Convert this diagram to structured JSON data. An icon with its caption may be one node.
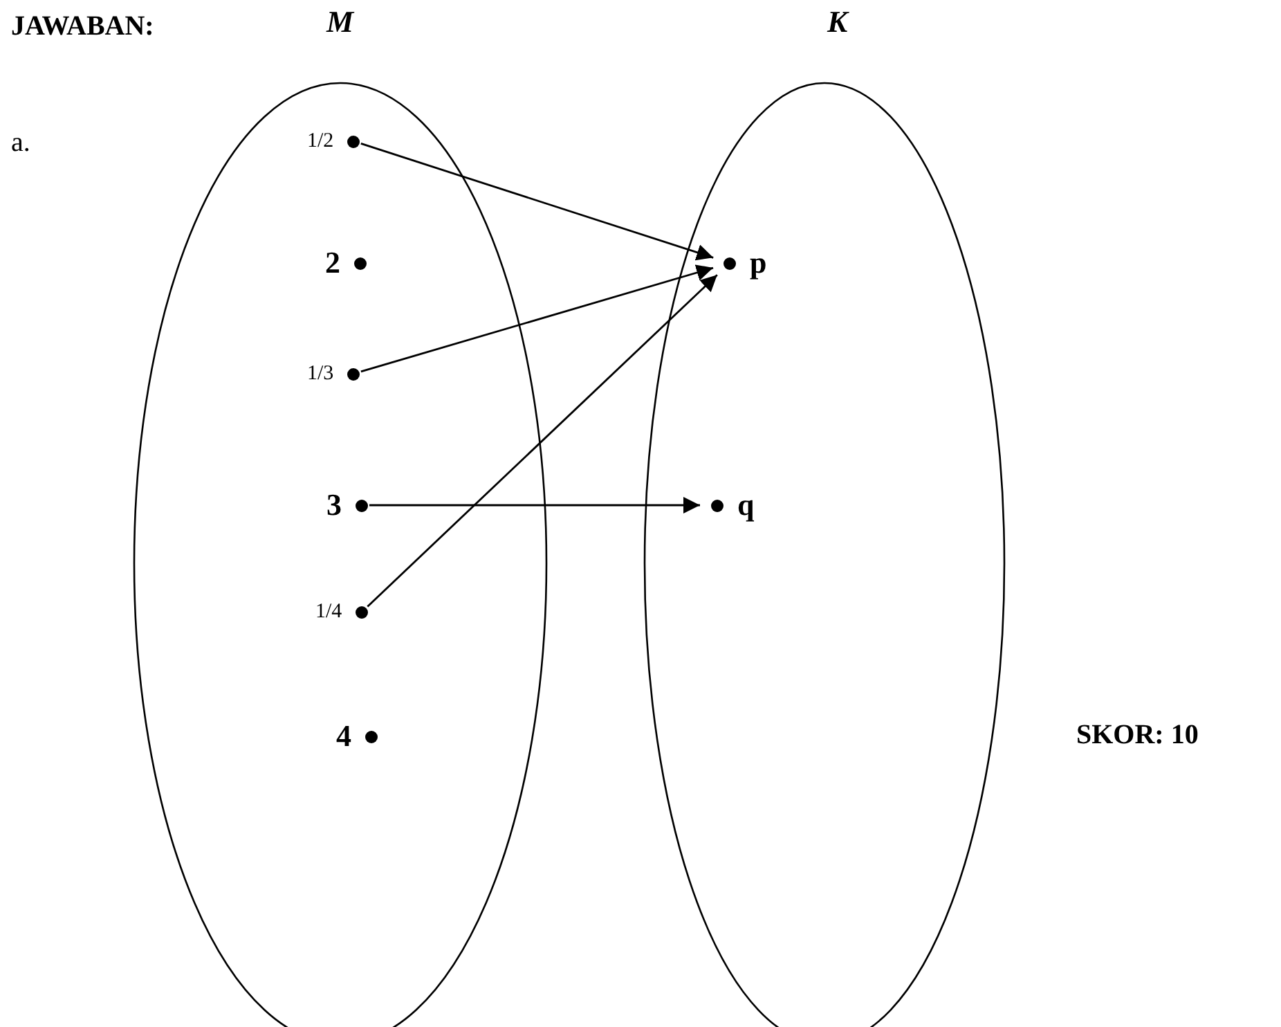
{
  "diagram": {
    "nodes": [
      {
        "text": [
          "M"
        ]
      },
      {
        "text": [
          "K"
        ]
      },
      {
        "text": [
          "1/2"
        ],
        "in": 0
      },
      {
        "text": [
          "2"
        ],
        "in": 0
      },
      {
        "text": [
          "1/3"
        ],
        "in": 0
      },
      {
        "text": [
          "3"
        ],
        "in": 0
      },
      {
        "text": [
          "1/4"
        ],
        "in": 0
      },
      {
        "text": [
          "4"
        ],
        "in": 0
      },
      {
        "text": [
          "p"
        ],
        "in": 1
      },
      {
        "text": [
          "q"
        ],
        "in": 1
      }
    ],
    "edges": [
      {
        "from": 2,
        "to": 8,
        "arrow": "to"
      },
      {
        "from": 4,
        "to": 8,
        "arrow": "to"
      },
      {
        "from": 6,
        "to": 8,
        "arrow": "to"
      },
      {
        "from": 5,
        "to": 9,
        "arrow": "to"
      }
    ],
    "labels": [
      "JAWABAN:",
      "a.",
      "SKOR: 10"
    ]
  }
}
